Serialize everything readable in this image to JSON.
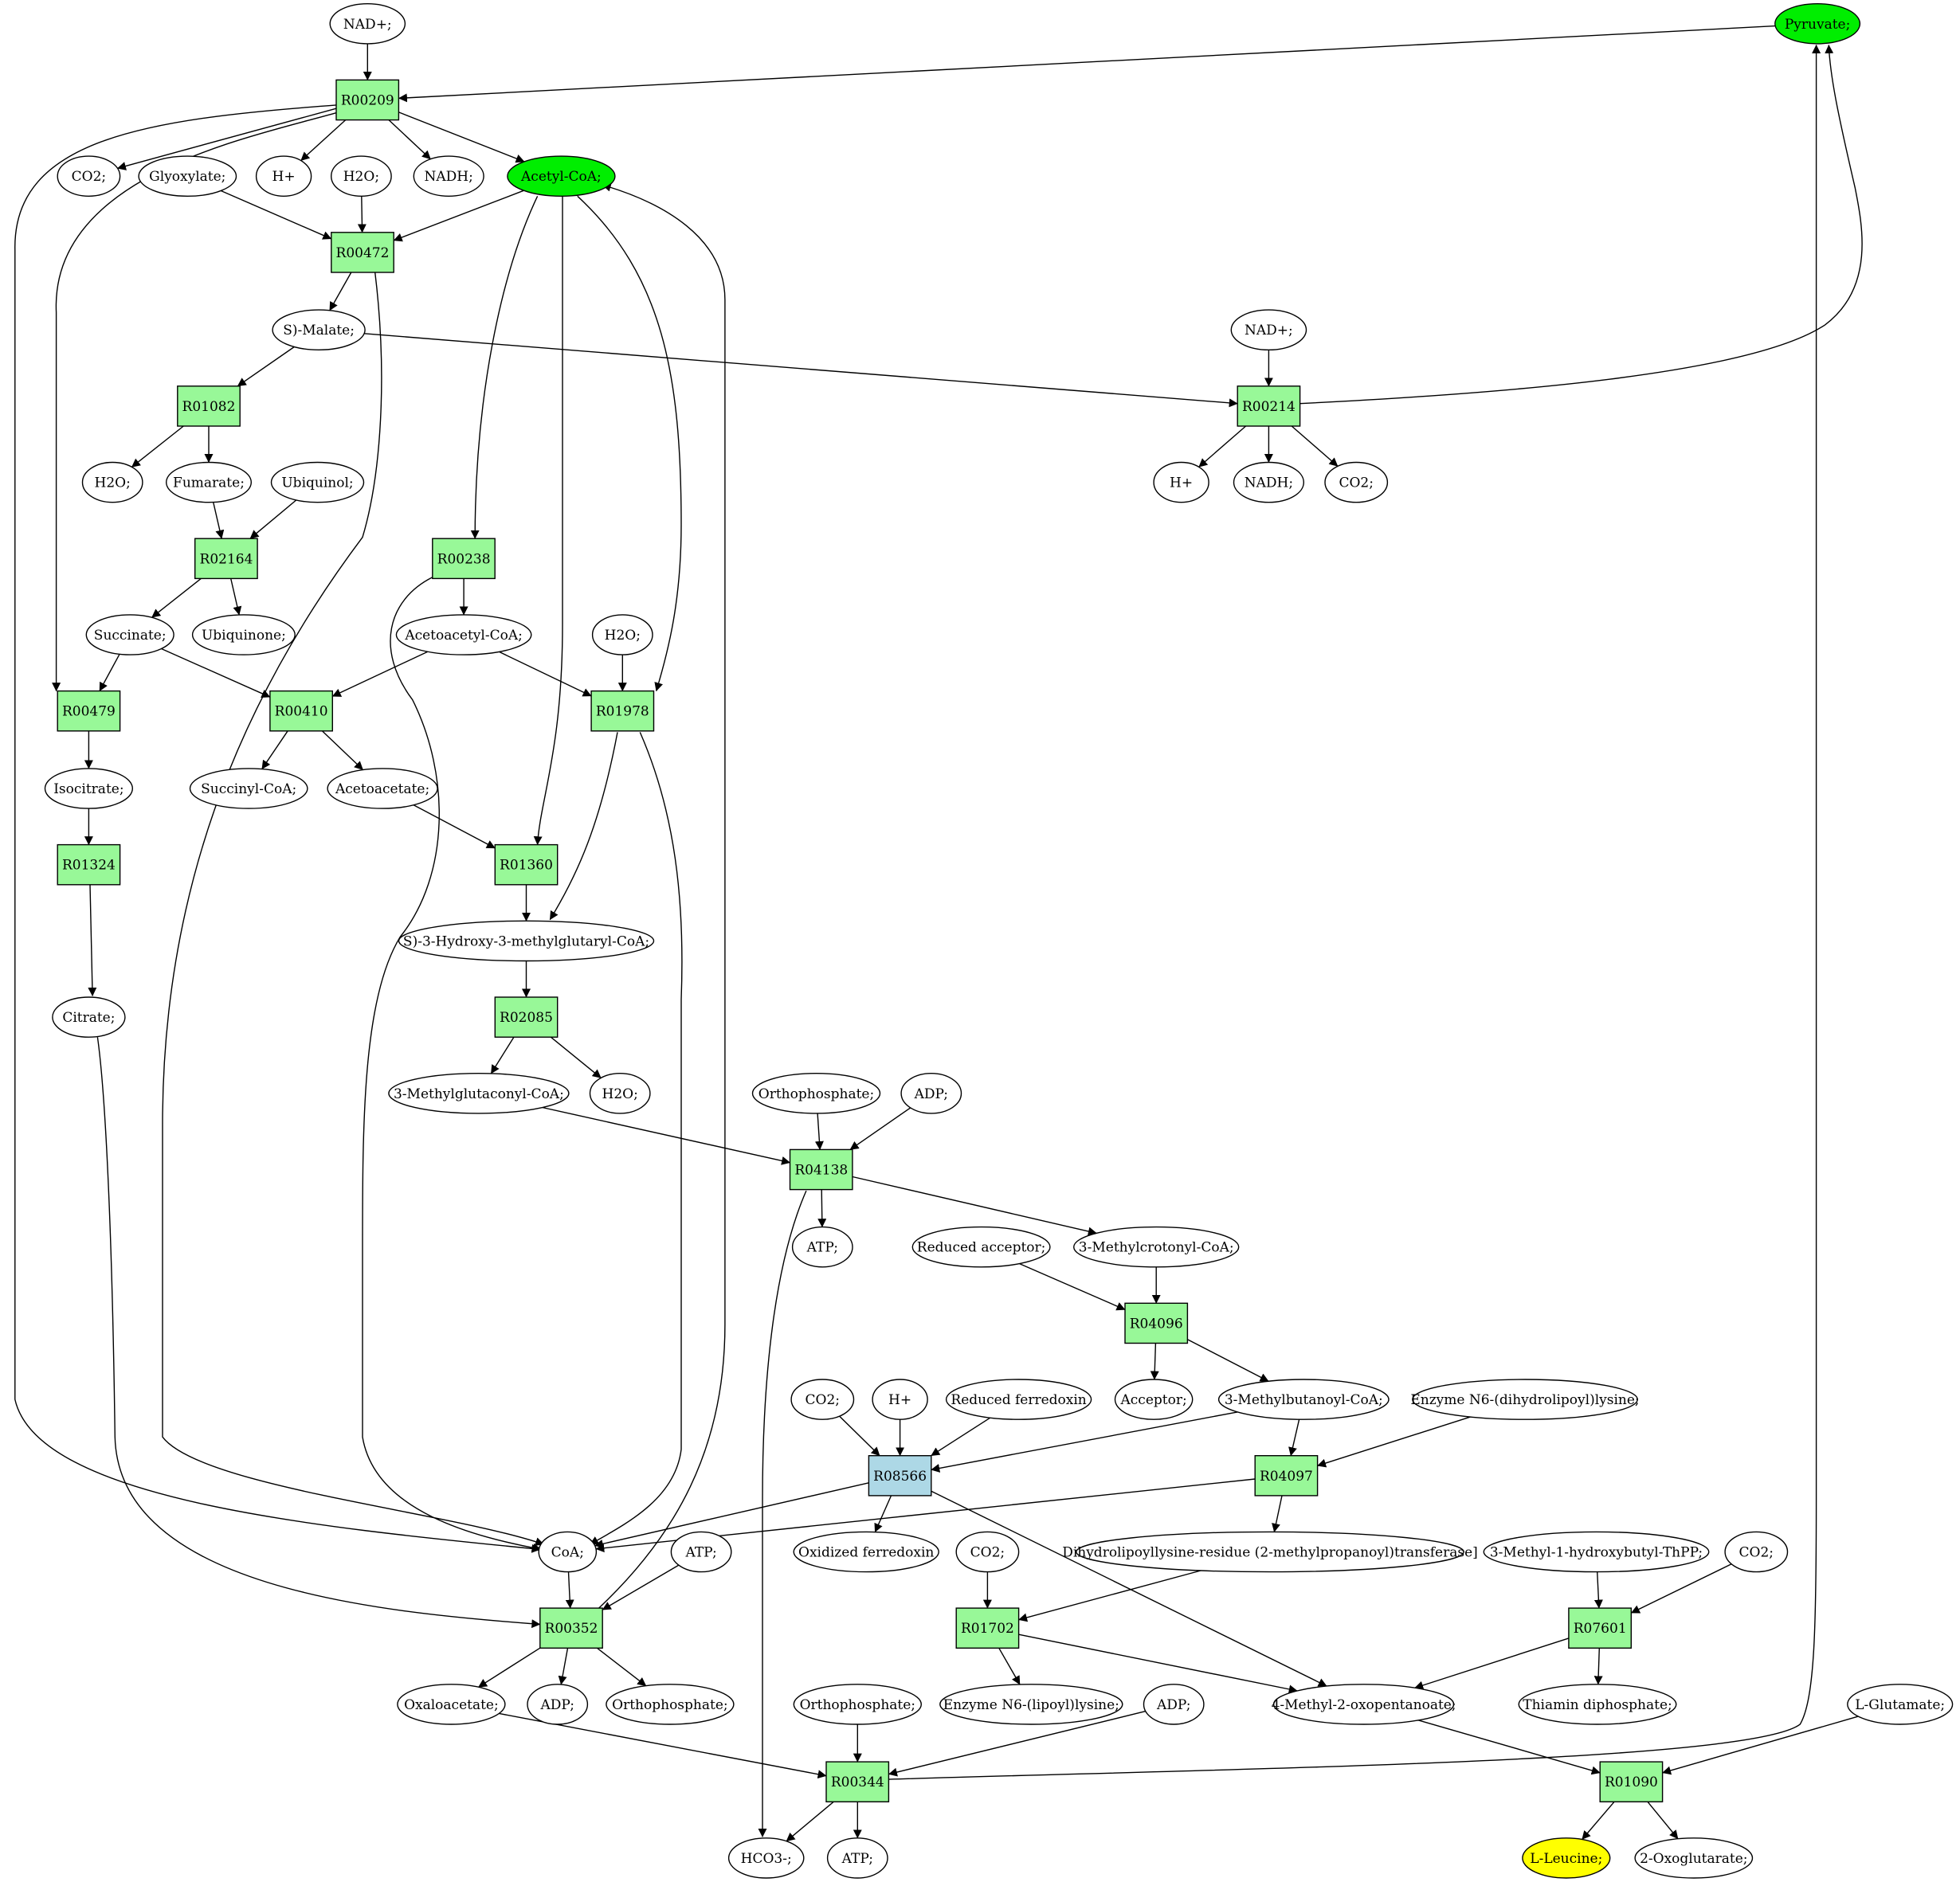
{
  "colors": {
    "reaction": "#98f898",
    "reaction_highlight": "#add8e6",
    "source_compound": "#00ee00",
    "target_compound": "#ffff00",
    "compound": "#ffffff"
  },
  "nodes": {
    "nad1": "NAD+;",
    "pyruvate": "Pyruvate;",
    "R00209": "R00209",
    "co2_a": "CO2;",
    "glyoxylate": "Glyoxylate;",
    "hplus_a": "H+",
    "h2o_a": "H2O;",
    "nadh_a": "NADH;",
    "acetylcoa": "Acetyl-CoA;",
    "R00472": "R00472",
    "smalate": "S)-Malate;",
    "nad2": "NAD+;",
    "R00214": "R00214",
    "R01082": "R01082",
    "hplus_b": "H+",
    "nadh_b": "NADH;",
    "co2_b": "CO2;",
    "h2o_b": "H2O;",
    "fumarate": "Fumarate;",
    "ubiquinol": "Ubiquinol;",
    "R02164": "R02164",
    "R00238": "R00238",
    "succinate": "Succinate;",
    "ubiquinone": "Ubiquinone;",
    "acetoacetylcoa": "Acetoacetyl-CoA;",
    "h2o_c": "H2O;",
    "R00479": "R00479",
    "R00410": "R00410",
    "R01978": "R01978",
    "isocitrate": "Isocitrate;",
    "succinylcoa": "Succinyl-CoA;",
    "acetoacetate": "Acetoacetate;",
    "R01324": "R01324",
    "R01360": "R01360",
    "hmgcoa": "S)-3-Hydroxy-3-methylglutaryl-CoA;",
    "citrate": "Citrate;",
    "R02085": "R02085",
    "methylglutaconylcoa": "3-Methylglutaconyl-CoA;",
    "h2o_d": "H2O;",
    "orthophosphate_a": "Orthophosphate;",
    "adp_a": "ADP;",
    "R04138": "R04138",
    "atp_a": "ATP;",
    "reducedacceptor": "Reduced acceptor;",
    "methylcrotonylcoa": "3-Methylcrotonyl-CoA;",
    "R04096": "R04096",
    "co2_c": "CO2;",
    "hplus_c": "H+",
    "reducedferredoxin": "Reduced ferredoxin",
    "acceptor": "Acceptor;",
    "methylbutanoylcoa": "3-Methylbutanoyl-CoA;",
    "dihydrolipoyllysine": "Enzyme N6-(dihydrolipoyl)lysine;",
    "R08566": "R08566",
    "R04097": "R04097",
    "coa": "CoA;",
    "atp_b": "ATP;",
    "oxidizedferredoxin": "Oxidized ferredoxin",
    "co2_d": "CO2;",
    "dihydrolipoyllysineresidue": "Dihydrolipoyllysine-residue (2-methylpropanoyl)transferase]",
    "methylhydroxybutylthpp": "3-Methyl-1-hydroxybutyl-ThPP;",
    "co2_e": "CO2;",
    "R00352": "R00352",
    "R01702": "R01702",
    "R07601": "R07601",
    "oxaloacetate": "Oxaloacetate;",
    "adp_b": "ADP;",
    "orthophosphate_b": "Orthophosphate;",
    "orthophosphate_c": "Orthophosphate;",
    "lipoyllysine": "Enzyme N6-(lipoyl)lysine;",
    "adp_c": "ADP;",
    "methyloxopentanoate": "4-Methyl-2-oxopentanoate;",
    "thiamindiphosphate": "Thiamin diphosphate;",
    "lglutamate": "L-Glutamate;",
    "R00344": "R00344",
    "R01090": "R01090",
    "hco3": "HCO3-;",
    "atp_c": "ATP;",
    "lleucine": "L-Leucine;",
    "oxoglutarate": "2-Oxoglutarate;"
  }
}
